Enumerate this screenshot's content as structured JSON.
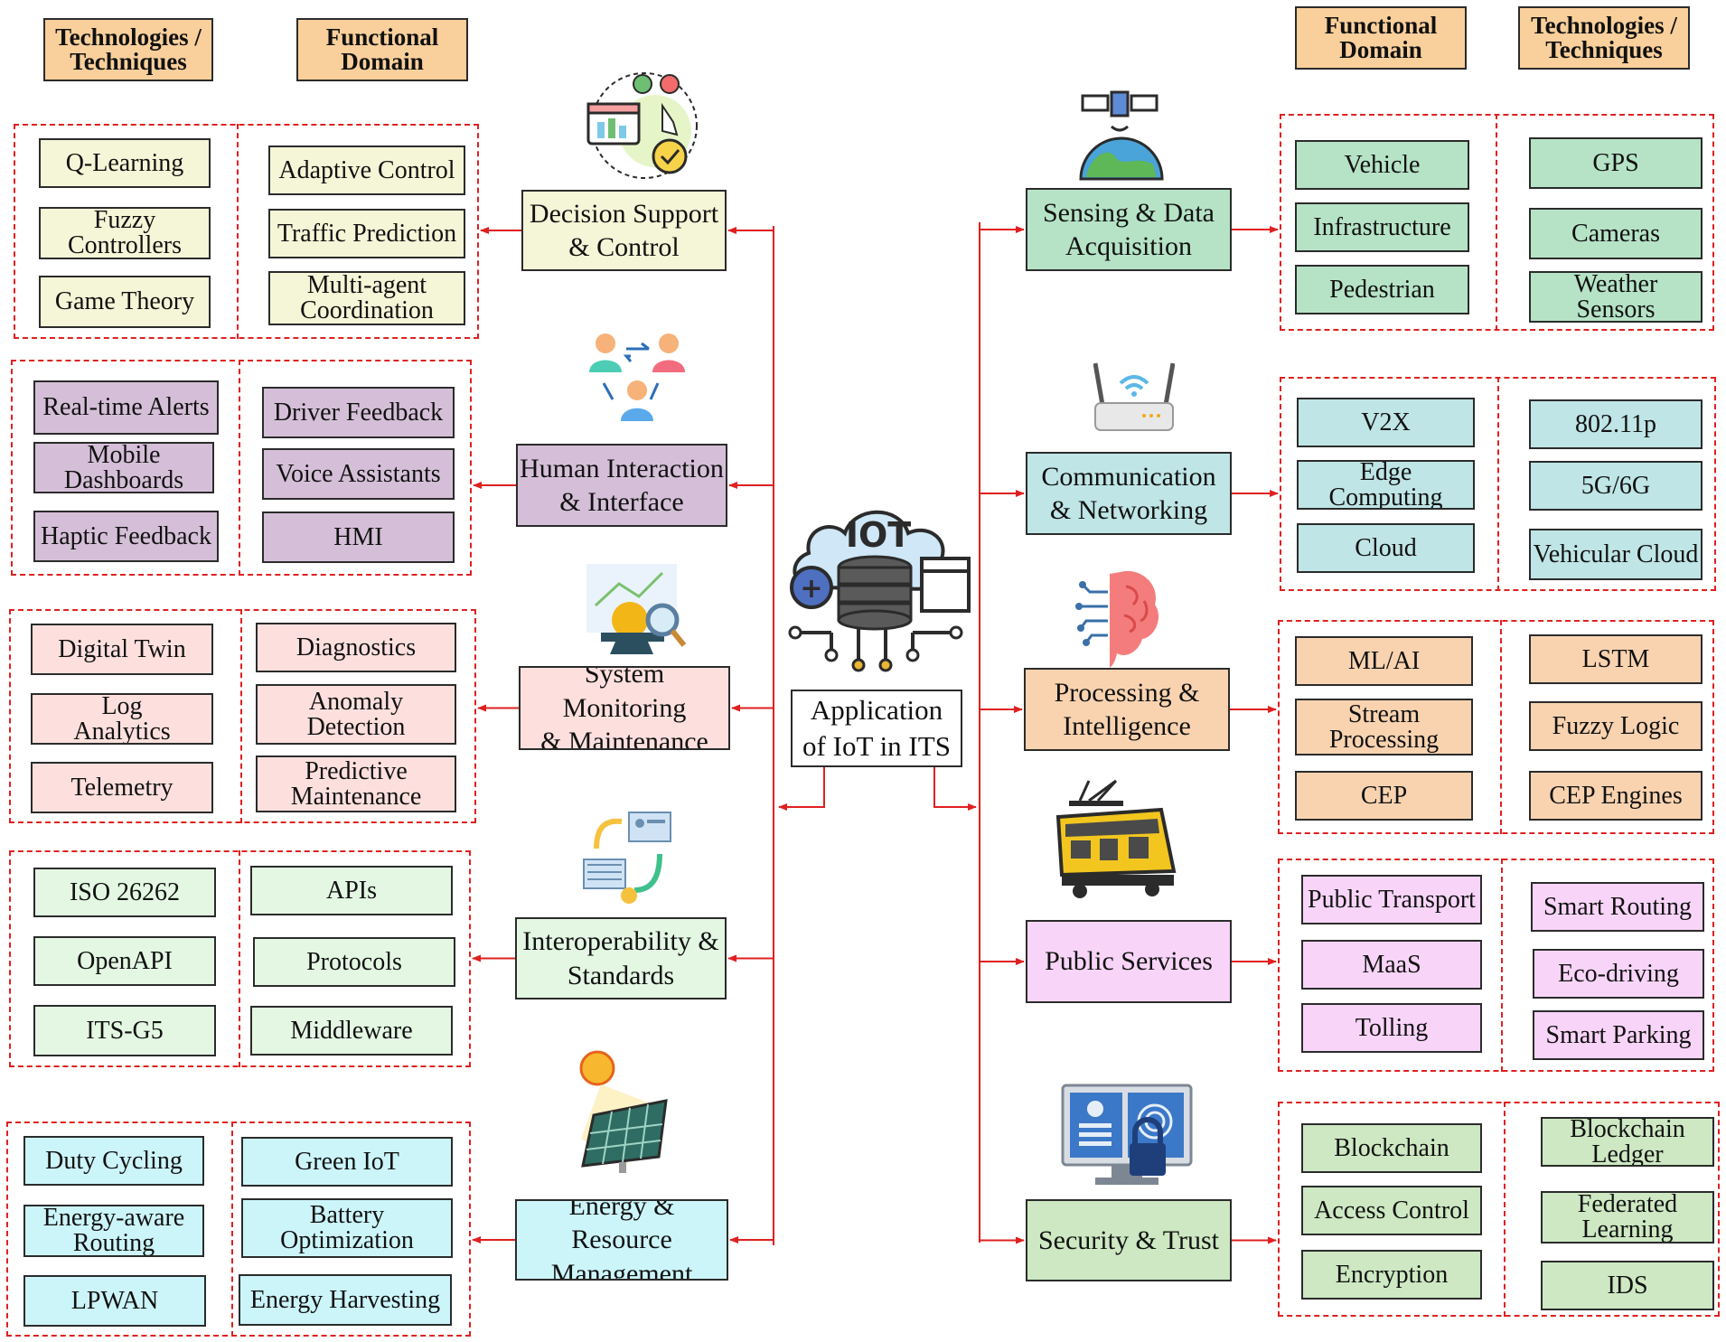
{
  "headers": {
    "left_tech": "Technologies /\nTechniques",
    "left_func": "Functional\nDomain",
    "right_func": "Functional\nDomain",
    "right_tech": "Technologies /\nTechniques"
  },
  "center": {
    "label": "Application\nof IoT in ITS",
    "icon_text": "IOT"
  },
  "colors": {
    "yellow": "#f5f5d7",
    "purple": "#d5bfd8",
    "pink": "#fde0dd",
    "green_light": "#e3f7e3",
    "cyan": "#ccf5fa",
    "mint": "#b6e3c6",
    "teal": "#bfe5e6",
    "orange": "#f9d3b0",
    "magenta": "#f8d5f8",
    "lime": "#cde8c2",
    "header": "#f9cf9b",
    "connector": "#e02020"
  },
  "left_domains": [
    {
      "id": "decision",
      "title": "Decision Support\n& Control",
      "icon": "decision-checklist-icon",
      "functional": [
        "Adaptive Control",
        "Traffic Prediction",
        "Multi-agent\nCoordination"
      ],
      "technologies": [
        "Q-Learning",
        "Fuzzy\nControllers",
        "Game Theory"
      ]
    },
    {
      "id": "human",
      "title": "Human Interaction\n& Interface",
      "icon": "people-exchange-icon",
      "functional": [
        "Driver Feedback",
        "Voice Assistants",
        "HMI"
      ],
      "technologies": [
        "Real-time Alerts",
        "Mobile\nDashboards",
        "Haptic Feedback"
      ]
    },
    {
      "id": "monitoring",
      "title": "System Monitoring\n& Maintenance",
      "icon": "monitoring-magnifier-icon",
      "functional": [
        "Diagnostics",
        "Anomaly\nDetection",
        "Predictive\nMaintenance"
      ],
      "technologies": [
        "Digital Twin",
        "Log\nAnalytics",
        "Telemetry"
      ]
    },
    {
      "id": "interop",
      "title": "Interoperability &\nStandards",
      "icon": "interoperability-devices-icon",
      "functional": [
        "APIs",
        "Protocols",
        "Middleware"
      ],
      "technologies": [
        "ISO 26262",
        "OpenAPI",
        "ITS-G5"
      ]
    },
    {
      "id": "energy",
      "title": "Energy & Resource\nManagement",
      "icon": "solar-panel-icon",
      "functional": [
        "Green IoT",
        "Battery\nOptimization",
        "Energy Harvesting"
      ],
      "technologies": [
        "Duty Cycling",
        "Energy-aware\nRouting",
        "LPWAN"
      ]
    }
  ],
  "right_domains": [
    {
      "id": "sensing",
      "title": "Sensing & Data\nAcquisition",
      "icon": "satellite-globe-icon",
      "functional": [
        "Vehicle",
        "Infrastructure",
        "Pedestrian"
      ],
      "technologies": [
        "GPS",
        "Cameras",
        "Weather Sensors"
      ]
    },
    {
      "id": "comm",
      "title": "Communication\n& Networking",
      "icon": "wifi-router-icon",
      "functional": [
        "V2X",
        "Edge Computing",
        "Cloud"
      ],
      "technologies": [
        "802.11p",
        "5G/6G",
        "Vehicular Cloud"
      ]
    },
    {
      "id": "processing",
      "title": "Processing &\nIntelligence",
      "icon": "circuit-brain-icon",
      "functional": [
        "ML/AI",
        "Stream\nProcessing",
        "CEP"
      ],
      "technologies": [
        "LSTM",
        "Fuzzy Logic",
        "CEP Engines"
      ]
    },
    {
      "id": "public",
      "title": "Public Services",
      "icon": "tram-icon",
      "functional": [
        "Public Transport",
        "MaaS",
        "Tolling"
      ],
      "technologies": [
        "Smart Routing",
        "Eco-driving",
        "Smart Parking"
      ]
    },
    {
      "id": "security",
      "title": "Security & Trust",
      "icon": "secure-monitor-lock-icon",
      "functional": [
        "Blockchain",
        "Access Control",
        "Encryption"
      ],
      "technologies": [
        "Blockchain\nLedger",
        "Federated\nLearning",
        "IDS"
      ]
    }
  ]
}
